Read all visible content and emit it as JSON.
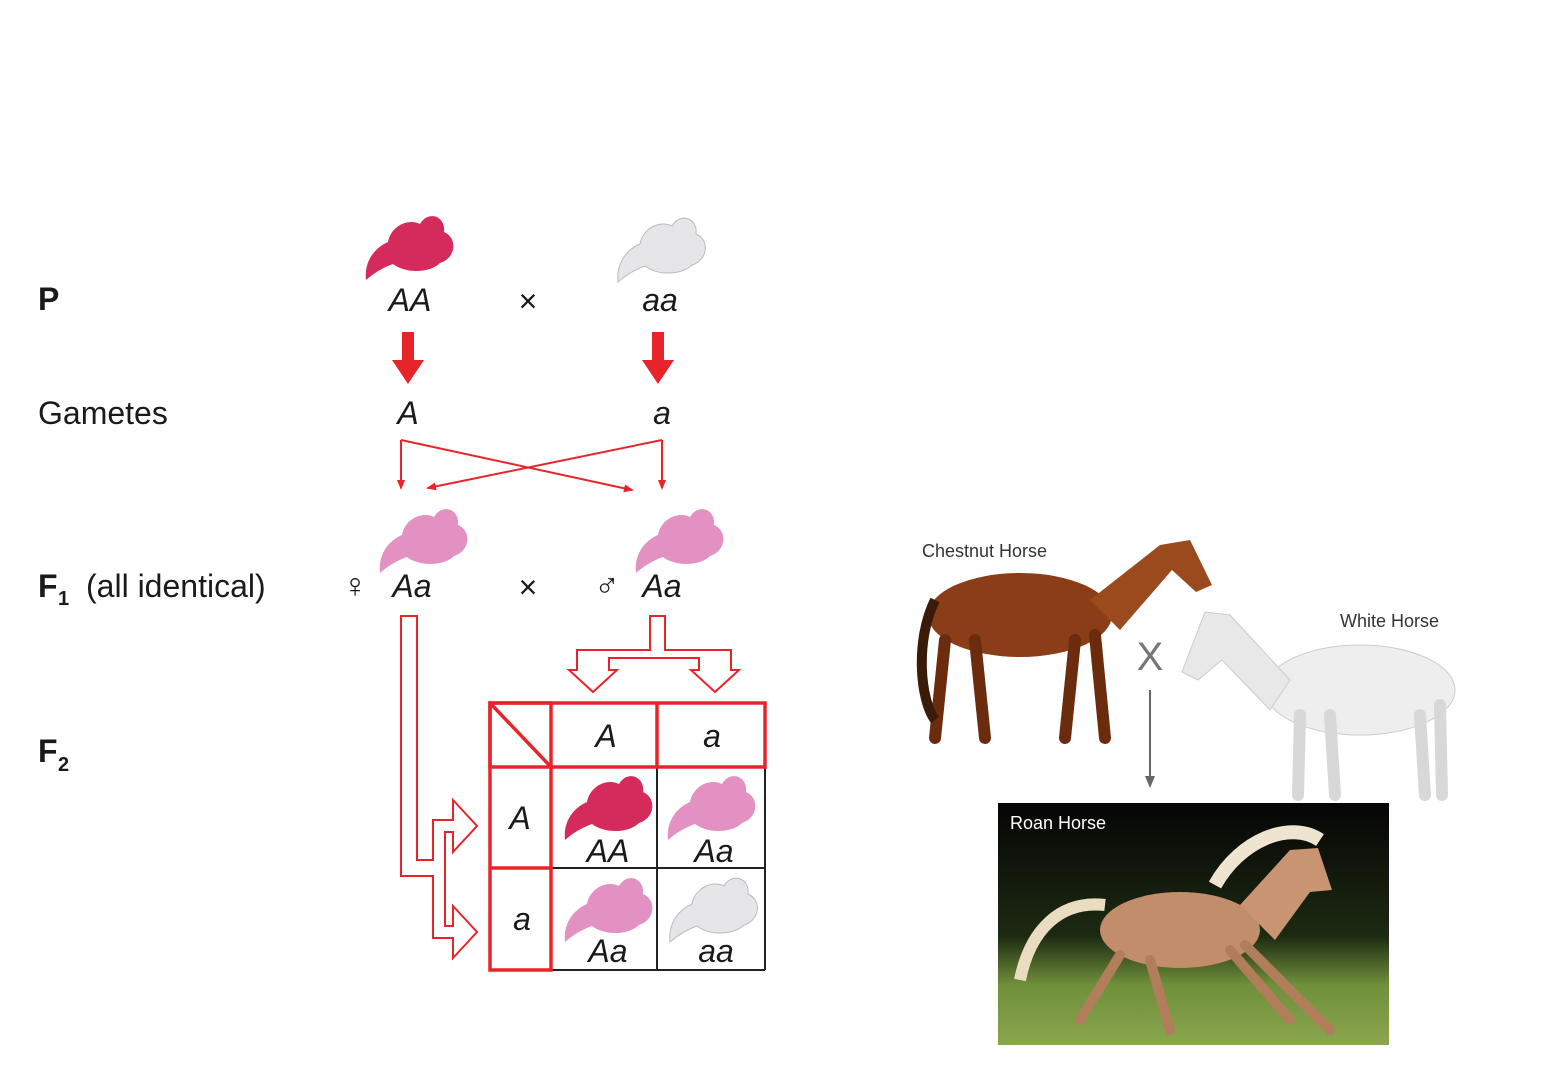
{
  "rows": {
    "p": "P",
    "gametes": "Gametes",
    "f1_main": "F",
    "f1_sub": "1",
    "f1_note": "(all identical)",
    "f2_main": "F",
    "f2_sub": "2"
  },
  "parents": {
    "left": "AA",
    "right": "aa",
    "cross": "×"
  },
  "gametes": {
    "left": "A",
    "right": "a"
  },
  "f1": {
    "female_symbol": "♀",
    "male_symbol": "♂",
    "left": "Aa",
    "right": "Aa",
    "cross": "×"
  },
  "punnett": {
    "col_headers": [
      "A",
      "a"
    ],
    "row_headers": [
      "A",
      "a"
    ],
    "cells": [
      [
        "AA",
        "Aa"
      ],
      [
        "Aa",
        "aa"
      ]
    ]
  },
  "colors": {
    "red": "#e8242b",
    "AA": "#d42a5c",
    "Aa": "#e291c2",
    "aa": "#e6e6e8"
  },
  "horses": {
    "chestnut": "Chestnut Horse",
    "white": "White Horse",
    "cross": "X",
    "roan": "Roan Horse"
  }
}
